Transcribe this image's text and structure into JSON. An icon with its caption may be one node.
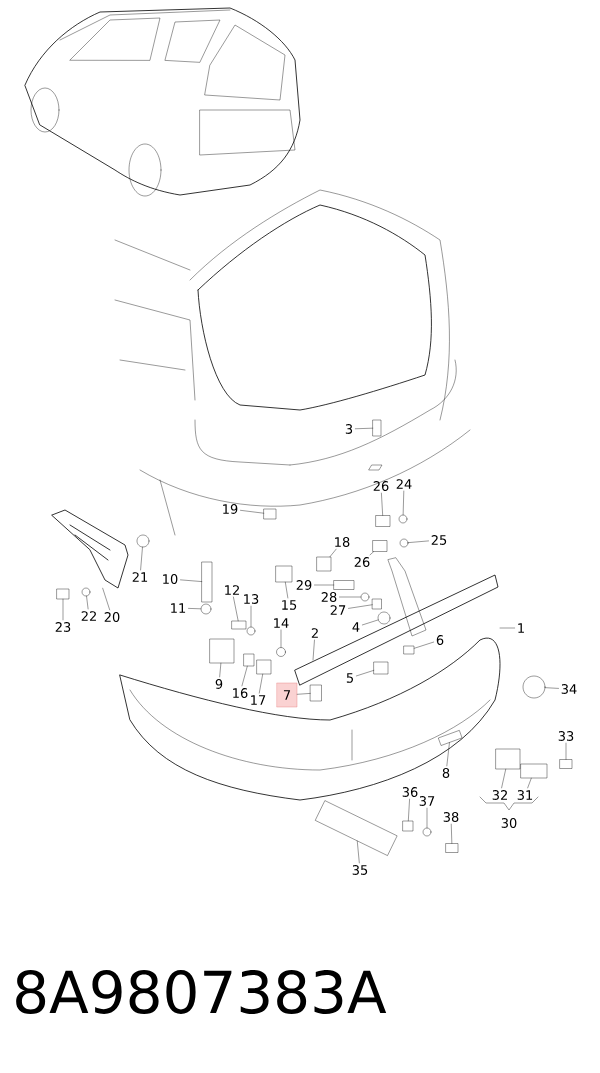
{
  "diagram": {
    "nodes": [
      {
        "text": [
          "3"
        ]
      },
      {
        "text": [
          "26"
        ]
      },
      {
        "text": [
          "24"
        ]
      },
      {
        "text": [
          "19"
        ]
      },
      {
        "text": [
          "25"
        ]
      },
      {
        "text": [
          "18"
        ]
      },
      {
        "text": [
          "26"
        ]
      },
      {
        "text": [
          "21"
        ]
      },
      {
        "text": [
          "10"
        ]
      },
      {
        "text": [
          "29"
        ]
      },
      {
        "text": [
          "12"
        ]
      },
      {
        "text": [
          "28"
        ]
      },
      {
        "text": [
          "13"
        ]
      },
      {
        "text": [
          "15"
        ]
      },
      {
        "text": [
          "11"
        ]
      },
      {
        "text": [
          "22"
        ]
      },
      {
        "text": [
          "27"
        ]
      },
      {
        "text": [
          "20"
        ]
      },
      {
        "text": [
          "14"
        ]
      },
      {
        "text": [
          "4"
        ]
      },
      {
        "text": [
          "23"
        ]
      },
      {
        "text": [
          "1"
        ]
      },
      {
        "text": [
          "2"
        ]
      },
      {
        "text": [
          "6"
        ]
      },
      {
        "text": [
          "5"
        ]
      },
      {
        "text": [
          "9"
        ]
      },
      {
        "text": [
          "34"
        ]
      },
      {
        "text": [
          "16"
        ]
      },
      {
        "text": [
          "7"
        ]
      },
      {
        "text": [
          "17"
        ]
      },
      {
        "text": [
          "33"
        ]
      },
      {
        "text": [
          "8"
        ]
      },
      {
        "text": [
          "36"
        ]
      },
      {
        "text": [
          "32"
        ]
      },
      {
        "text": [
          "31"
        ]
      },
      {
        "text": [
          "37"
        ]
      },
      {
        "text": [
          "38"
        ]
      },
      {
        "text": [
          "30"
        ]
      },
      {
        "text": [
          "35"
        ]
      },
      {
        "text": [],
        "shape": "box"
      },
      {
        "text": [],
        "shape": "box"
      },
      {
        "text": [],
        "shape": "circle"
      },
      {
        "text": [],
        "shape": "box"
      },
      {
        "text": [],
        "shape": "circle"
      },
      {
        "text": [],
        "shape": "box"
      },
      {
        "text": [],
        "shape": "box"
      },
      {
        "text": [],
        "shape": "circle"
      },
      {
        "text": [],
        "shape": "box"
      },
      {
        "text": [],
        "shape": "box"
      },
      {
        "text": [],
        "shape": "box"
      },
      {
        "text": [],
        "shape": "circle"
      },
      {
        "text": [],
        "shape": "circle"
      },
      {
        "text": [],
        "shape": "box"
      },
      {
        "text": [],
        "shape": "circle"
      },
      {
        "text": [],
        "shape": "circle"
      },
      {
        "text": [],
        "shape": "box"
      },
      {
        "text": [],
        "shape": "picture"
      },
      {
        "text": [],
        "shape": "circle"
      },
      {
        "text": [],
        "shape": "circle"
      },
      {
        "text": [],
        "shape": "box"
      },
      {
        "text": [],
        "shape": "box"
      },
      {
        "text": [],
        "shape": "box"
      },
      {
        "text": [],
        "shape": "box"
      },
      {
        "text": [],
        "shape": "circle"
      },
      {
        "text": [],
        "shape": "box"
      },
      {
        "text": [],
        "shape": "box"
      },
      {
        "text": [],
        "shape": "box"
      },
      {
        "text": [],
        "shape": "box"
      },
      {
        "text": [],
        "shape": "box"
      },
      {
        "text": [],
        "shape": "box"
      },
      {
        "text": [],
        "shape": "box"
      },
      {
        "text": [],
        "shape": "box"
      },
      {
        "text": [],
        "shape": "circle"
      },
      {
        "text": [],
        "shape": "box"
      },
      {
        "text": [],
        "shape": "box"
      }
    ],
    "edges": [
      {
        "from": 0,
        "to": 39,
        "arrow": "none"
      },
      {
        "from": 1,
        "to": 40,
        "arrow": "none"
      },
      {
        "from": 2,
        "to": 41,
        "arrow": "none"
      },
      {
        "from": 3,
        "to": 42,
        "arrow": "none"
      },
      {
        "from": 4,
        "to": 43,
        "arrow": "none"
      },
      {
        "from": 5,
        "to": 44,
        "arrow": "none"
      },
      {
        "from": 6,
        "to": 45,
        "arrow": "none"
      },
      {
        "from": 7,
        "to": 46,
        "arrow": "none"
      },
      {
        "from": 8,
        "to": 47,
        "arrow": "none"
      },
      {
        "from": 9,
        "to": 48,
        "arrow": "none"
      },
      {
        "from": 10,
        "to": 49,
        "arrow": "none"
      },
      {
        "from": 11,
        "to": 50,
        "arrow": "none"
      },
      {
        "from": 12,
        "to": 51,
        "arrow": "none"
      },
      {
        "from": 13,
        "to": 52,
        "arrow": "none"
      },
      {
        "from": 14,
        "to": 53,
        "arrow": "none"
      },
      {
        "from": 15,
        "to": 54,
        "arrow": "none"
      },
      {
        "from": 16,
        "to": 55,
        "arrow": "none"
      },
      {
        "from": 17,
        "to": 56,
        "arrow": "none"
      },
      {
        "from": 18,
        "to": 57,
        "arrow": "none"
      },
      {
        "from": 19,
        "to": 58,
        "arrow": "none"
      },
      {
        "from": 20,
        "to": 59,
        "arrow": "none"
      },
      {
        "from": 21,
        "to": null,
        "arrow": "none"
      },
      {
        "from": 22,
        "to": null,
        "arrow": "none"
      },
      {
        "from": 23,
        "to": 60,
        "arrow": "none"
      },
      {
        "from": 24,
        "to": 61,
        "arrow": "none"
      },
      {
        "from": 25,
        "to": 62,
        "arrow": "none"
      },
      {
        "from": 26,
        "to": 63,
        "arrow": "none"
      },
      {
        "from": 27,
        "to": 64,
        "arrow": "none"
      },
      {
        "from": 28,
        "to": 65,
        "arrow": "none"
      },
      {
        "from": 29,
        "to": 66,
        "arrow": "none"
      },
      {
        "from": 30,
        "to": 67,
        "arrow": "none"
      },
      {
        "from": 31,
        "to": 68,
        "arrow": "none"
      },
      {
        "from": 32,
        "to": 69,
        "arrow": "none"
      },
      {
        "from": 33,
        "to": 70,
        "arrow": "none"
      },
      {
        "from": 34,
        "to": 71,
        "arrow": "none"
      },
      {
        "from": 35,
        "to": 72,
        "arrow": "none"
      },
      {
        "from": 36,
        "to": 73,
        "arrow": "none"
      },
      {
        "from": 38,
        "to": 74,
        "arrow": "none"
      }
    ],
    "labels": [
      "8A9807383A"
    ]
  }
}
